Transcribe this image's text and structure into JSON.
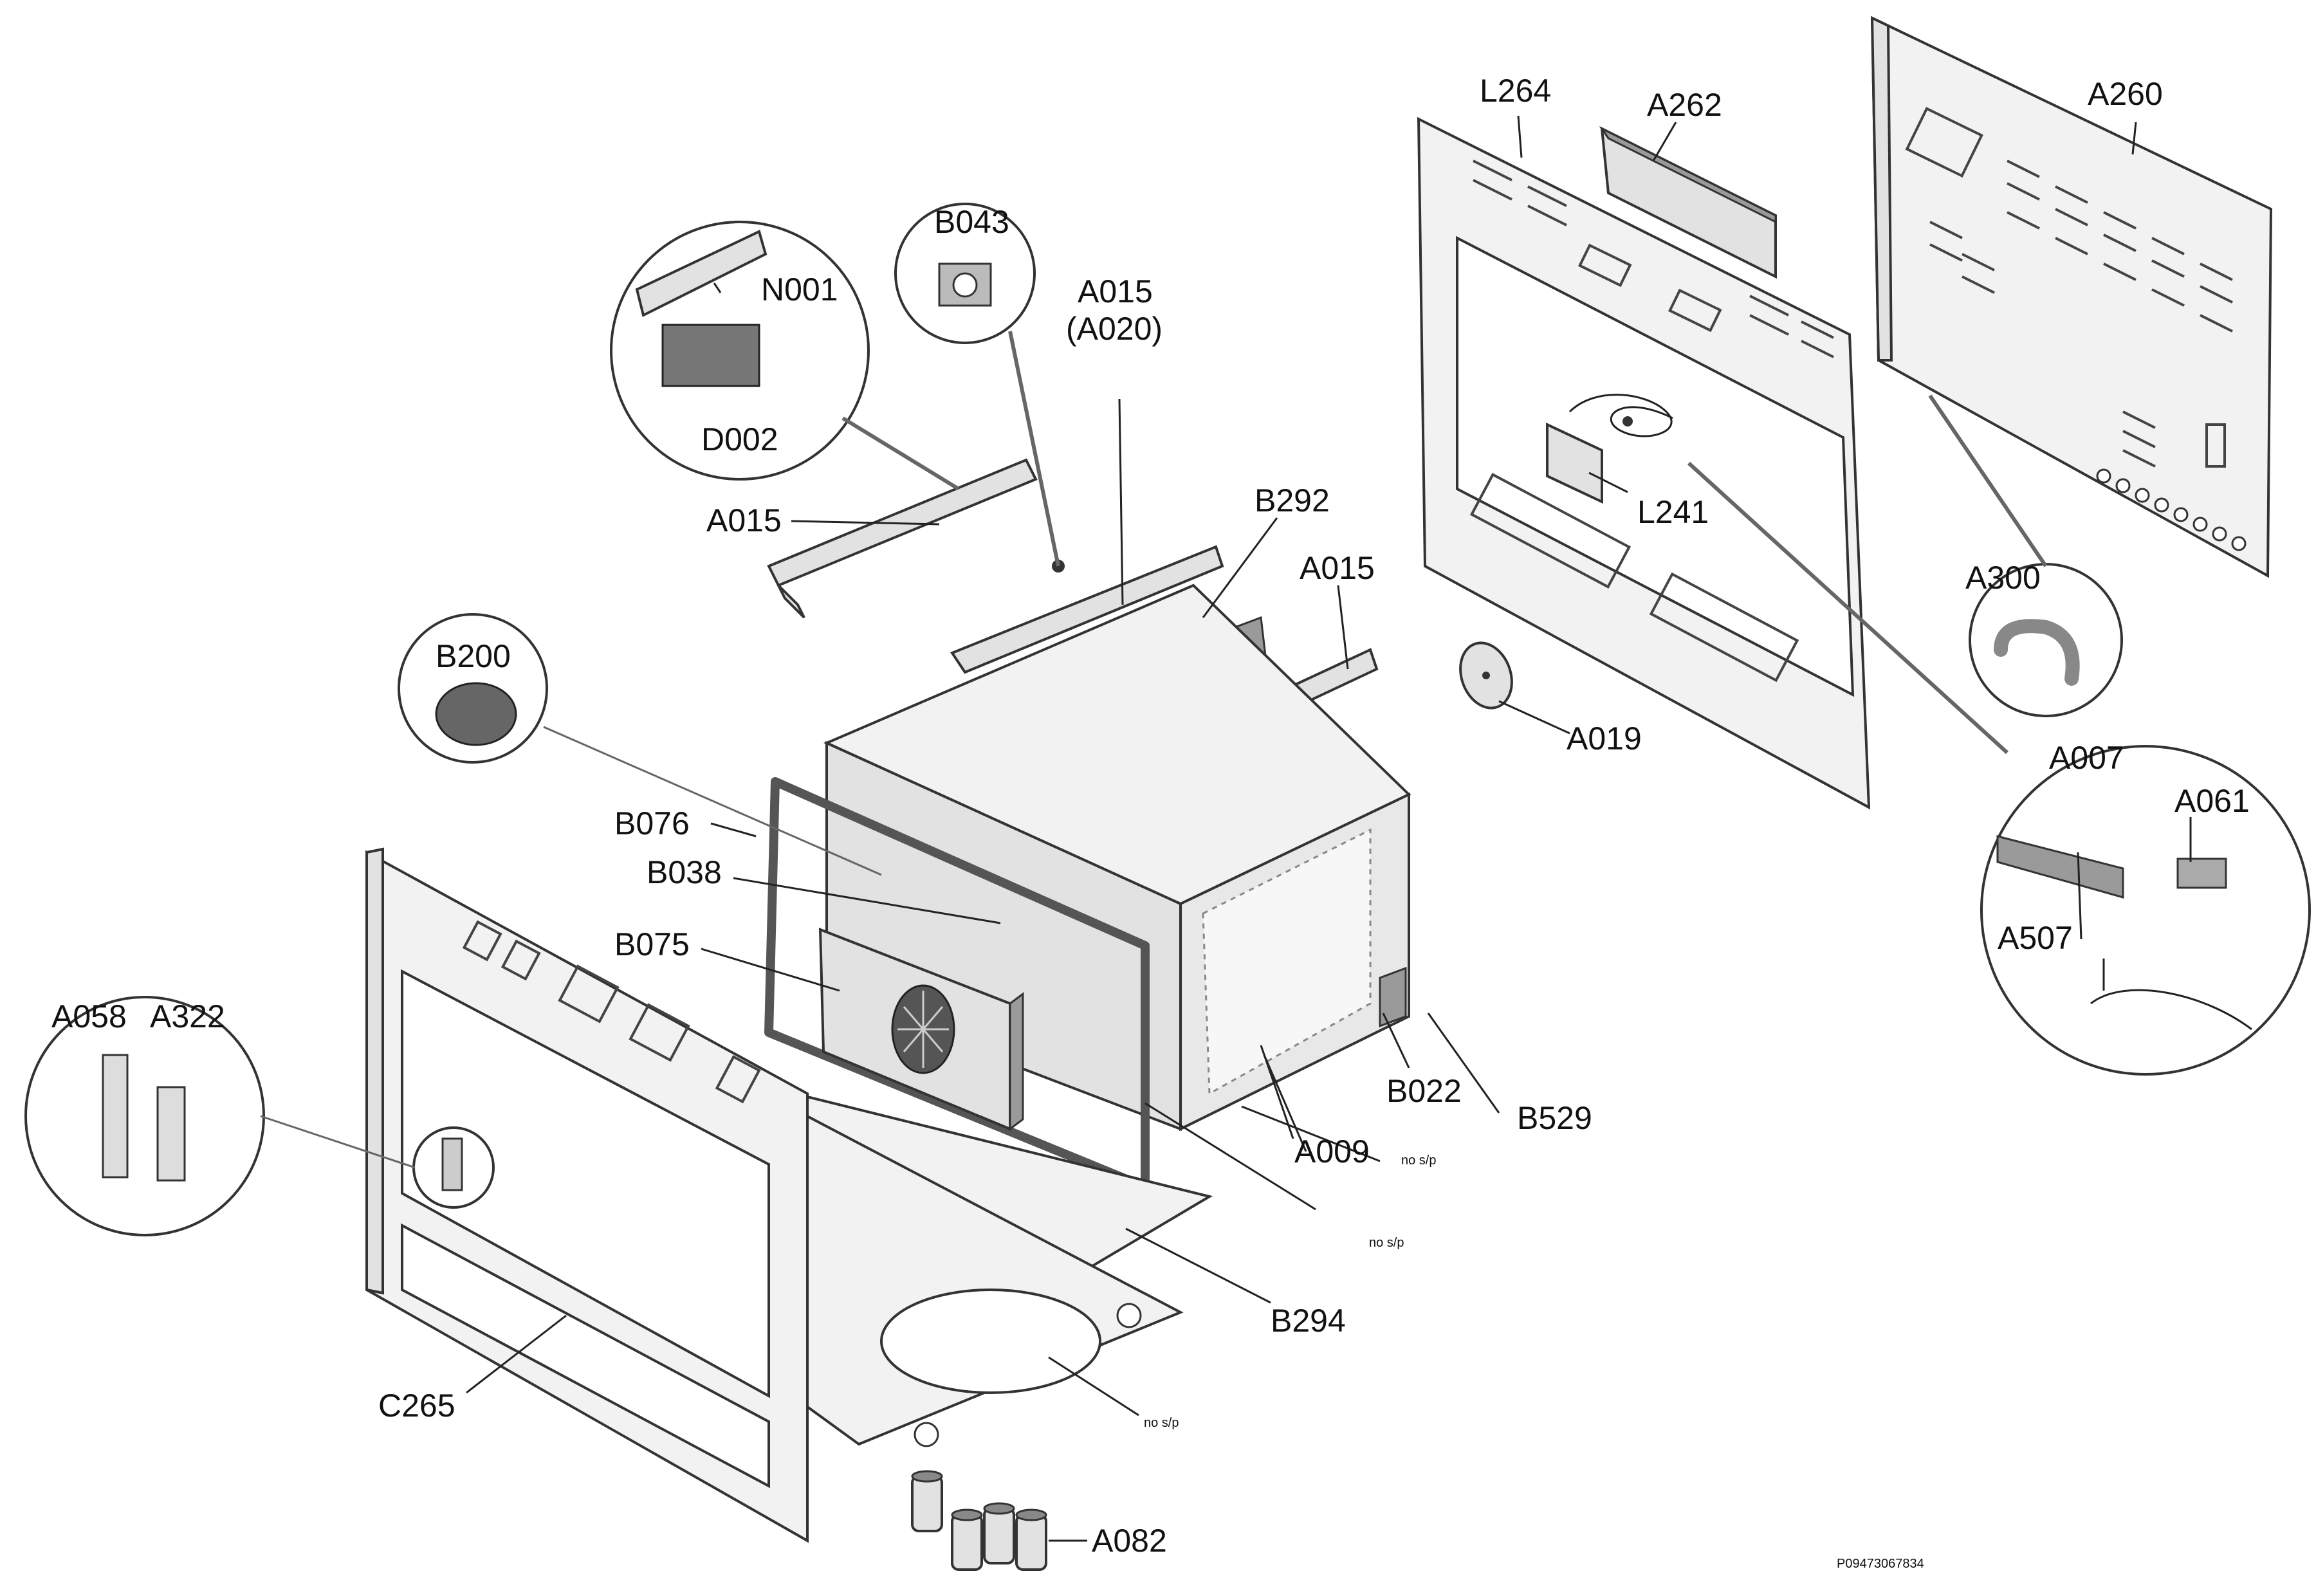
{
  "labels": {
    "a260": "A260",
    "l264": "L264",
    "a262": "A262",
    "b043": "B043",
    "n001": "N001",
    "a015_top": "A015",
    "a020": "(A020)",
    "d002": "D002",
    "a015_left": "A015",
    "b292": "B292",
    "a015_right": "A015",
    "l241": "L241",
    "a300": "A300",
    "b200": "B200",
    "a019": "A019",
    "a007": "A007",
    "a061": "A061",
    "b076": "B076",
    "b038": "B038",
    "a507": "A507",
    "b075": "B075",
    "a058": "A058",
    "a322": "A322",
    "b022": "B022",
    "b529": "B529",
    "a009": "A009",
    "b294": "B294",
    "c265": "C265",
    "a082": "A082"
  },
  "tiny_marks": {
    "m1": "no s/p",
    "m2": "no s/p",
    "m3": "no s/p"
  },
  "drawing_code": "P09473067834"
}
